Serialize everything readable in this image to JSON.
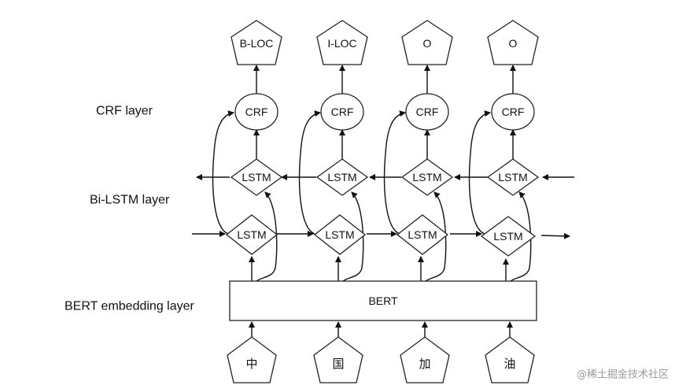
{
  "layers": {
    "crf": "CRF layer",
    "bilstm": "Bi-LSTM layer",
    "bert": "BERT embedding layer"
  },
  "output_tags": [
    "B-LOC",
    "I-LOC",
    "O",
    "O"
  ],
  "crf_node": "CRF",
  "lstm_node": "LSTM",
  "bert_box": "BERT",
  "input_tokens": [
    "中",
    "国",
    "加",
    "油"
  ],
  "watermark": "@稀土掘金技术社区"
}
